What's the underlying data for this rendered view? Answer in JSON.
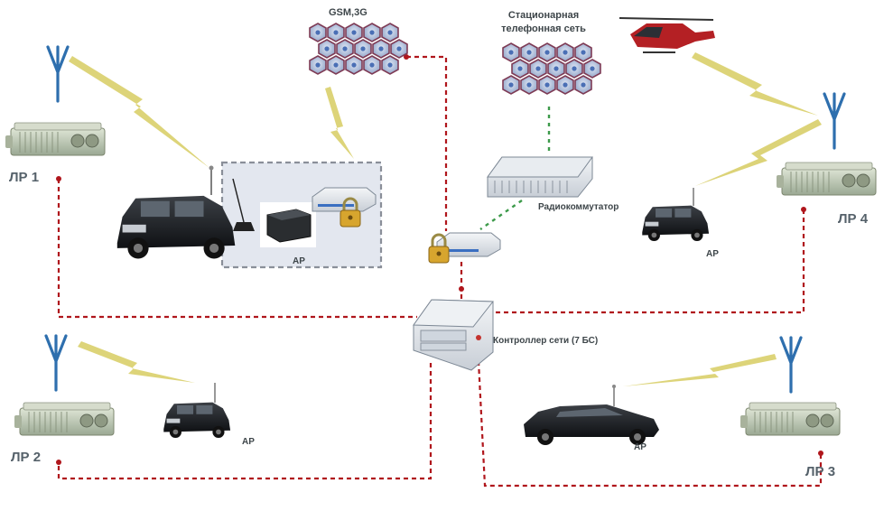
{
  "labels": {
    "lr1": "ЛР 1",
    "lr2": "ЛР 2",
    "lr3": "ЛР 3",
    "lr4": "ЛР 4",
    "gsm": "GSM,3G",
    "pstn_line1": "Стационарная",
    "pstn_line2": "телефонная сеть",
    "radioswitch": "Радиокоммутатор",
    "controller": "Контроллер сети (7 БС)",
    "ap_main": "АР",
    "ap_lr2": "АР",
    "ap_lr3": "АР",
    "ap_lr4": "АР"
  },
  "colors": {
    "link_red": "#b0161c",
    "link_green": "#3c9a4a",
    "radio_bolt": "#d9cf6a",
    "antenna": "#2e6fae",
    "network_hex": "#b9c6dc",
    "radio_unit": "#c9d2c1",
    "enclosure": "#e3e7ef"
  }
}
